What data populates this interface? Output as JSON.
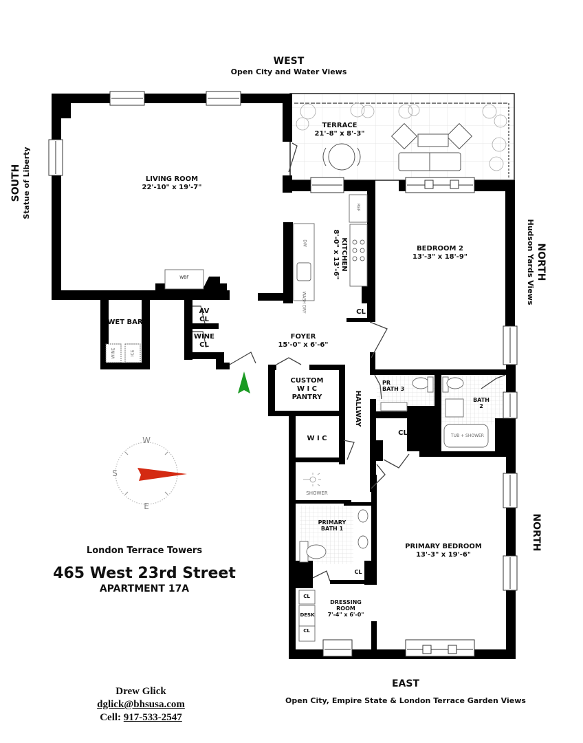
{
  "orientation": {
    "west": {
      "heading": "WEST",
      "view": "Open City and Water Views"
    },
    "south": {
      "heading": "SOUTH",
      "view": "Statue of Liberty"
    },
    "north_upper": {
      "heading": "NORTH",
      "view": "Hudson Yards Views"
    },
    "north_lower": {
      "heading": "NORTH"
    },
    "east": {
      "heading": "EAST",
      "view": "Open City, Empire State & London Terrace Garden Views"
    }
  },
  "rooms": {
    "terrace": {
      "name": "TERRACE",
      "dims": "21'-8\" x 8'-3\""
    },
    "living_room": {
      "name": "LIVING ROOM",
      "dims": "22'-10\" x 19'-7\""
    },
    "kitchen": {
      "name": "KITCHEN",
      "dims": "8'-0\" x 13'-6\""
    },
    "bedroom2": {
      "name": "BEDROOM 2",
      "dims": "13'-3\" x 18'-9\""
    },
    "foyer": {
      "name": "FOYER",
      "dims": "15'-0\" x 6'-6\""
    },
    "wet_bar": {
      "name": "WET BAR"
    },
    "av_closet": {
      "line1": "AV",
      "line2": "CL"
    },
    "wine_closet": {
      "line1": "WINE",
      "line2": "CL"
    },
    "pantry": {
      "line1": "CUSTOM",
      "line2": "W I C",
      "line3": "PANTRY"
    },
    "hallway": {
      "name": "HALLWAY"
    },
    "wic": {
      "name": "W I C"
    },
    "pr_bath3": {
      "line1": "PR",
      "line2": "BATH 3"
    },
    "bath2": {
      "line1": "BATH",
      "line2": "2"
    },
    "hall_closet": {
      "name": "CL"
    },
    "kitchen_closet": {
      "name": "CL"
    },
    "primary_bath": {
      "line1": "PRIMARY",
      "line2": "BATH 1"
    },
    "primary_bedroom": {
      "name": "PRIMARY BEDROOM",
      "dims": "13'-3\" x 19'-6\""
    },
    "dressing_room": {
      "line1": "DRESSING",
      "line2": "ROOM",
      "dims": "7'-4\" x 6'-0\""
    },
    "bath_closet": {
      "name": "CL"
    },
    "dressing_closet_top": {
      "name": "CL"
    },
    "desk": {
      "name": "DESK"
    },
    "dressing_closet_bottom": {
      "name": "CL"
    }
  },
  "fixtures": {
    "fireplace": "WBF",
    "wine_fridge": "WINE",
    "ice_maker": "ICE",
    "refrigerator": "REF",
    "dishwasher": "DW",
    "washer_dryer": "WASH DRY",
    "shower": "SHOWER",
    "tub_shower": "TUB + SHOWER"
  },
  "compass": {
    "w": "W",
    "s": "S",
    "e": "E",
    "needle_color": "#d42a12",
    "entry_arrow_color": "#1a9a22"
  },
  "building": {
    "name": "London Terrace Towers",
    "address": "465 West 23rd Street",
    "unit": "APARTMENT 17A"
  },
  "contact": {
    "name": "Drew Glick",
    "email": "dglick@bhsusa.com",
    "cell_label": "Cell:",
    "cell": "917-533-2547"
  }
}
